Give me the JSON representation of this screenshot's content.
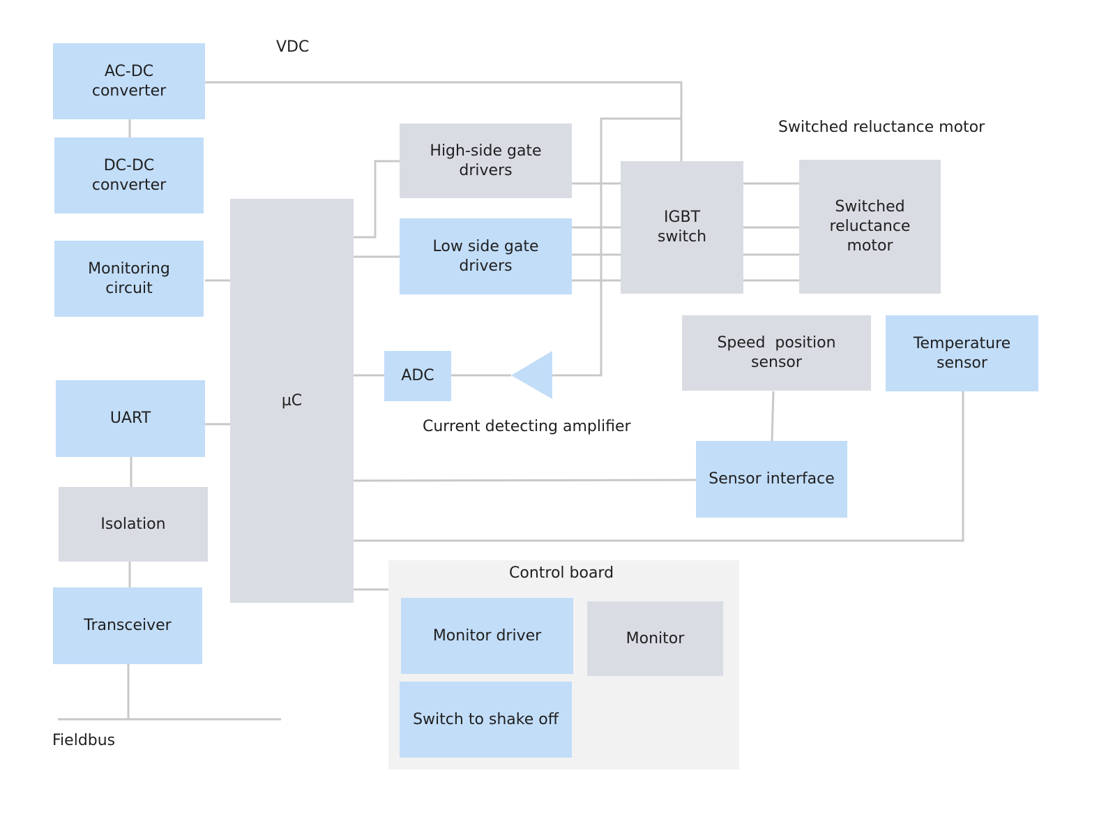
{
  "labels": {
    "vdc": "VDC",
    "motor_title": "Switched reluctance motor",
    "amplifier": "Current detecting amplifier",
    "fieldbus": "Fieldbus",
    "control_board": "Control board"
  },
  "blocks": {
    "ac_dc": "AC-DC\nconverter",
    "dc_dc": "DC-DC\nconverter",
    "monitoring": "Monitoring\ncircuit",
    "uart": "UART",
    "isolation": "Isolation",
    "transceiver": "Transceiver",
    "uc": "µC",
    "high_side": "High-side gate\ndrivers",
    "low_side": "Low side gate\ndrivers",
    "adc": "ADC",
    "igbt": "IGBT\nswitch",
    "motor": "Switched\nreluctance\nmotor",
    "speed_sensor": "Speed  position\nsensor",
    "temp_sensor": "Temperature\nsensor",
    "sensor_interface": "Sensor interface",
    "monitor_driver": "Monitor driver",
    "monitor": "Monitor",
    "switch_shake": "Switch to shake off"
  },
  "colors": {
    "blue_block": "#c2ddf8",
    "gray_block": "#d9dce3",
    "board_bg": "#f2f2f2",
    "line": "#c8c8c8"
  }
}
